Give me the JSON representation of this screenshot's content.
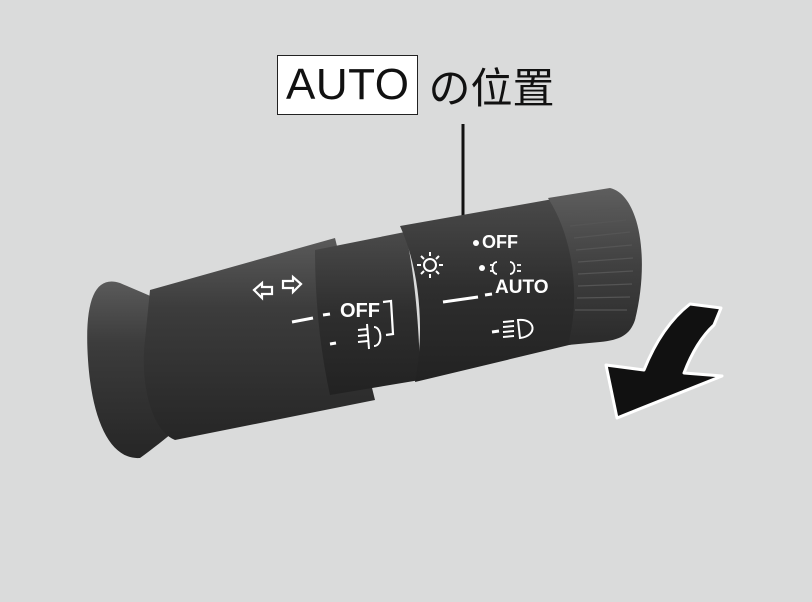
{
  "caption": {
    "auto_label": "AUTO",
    "position_text": "の位置"
  },
  "lever": {
    "inner_ring": {
      "off_label": "OFF"
    },
    "outer_ring": {
      "off_label": "OFF",
      "auto_label": "AUTO"
    }
  },
  "icons": [
    "turn-signal-arrows-icon",
    "fog-light-icon",
    "light-sun-icon",
    "parking-light-icon",
    "headlight-icon",
    "rotation-direction-arrow-icon",
    "position-pointer-icon"
  ],
  "colors": {
    "background": "#dadbdb",
    "lever_body": "#3a3a3a",
    "markings": "#ffffff",
    "arrow": "#111111"
  }
}
